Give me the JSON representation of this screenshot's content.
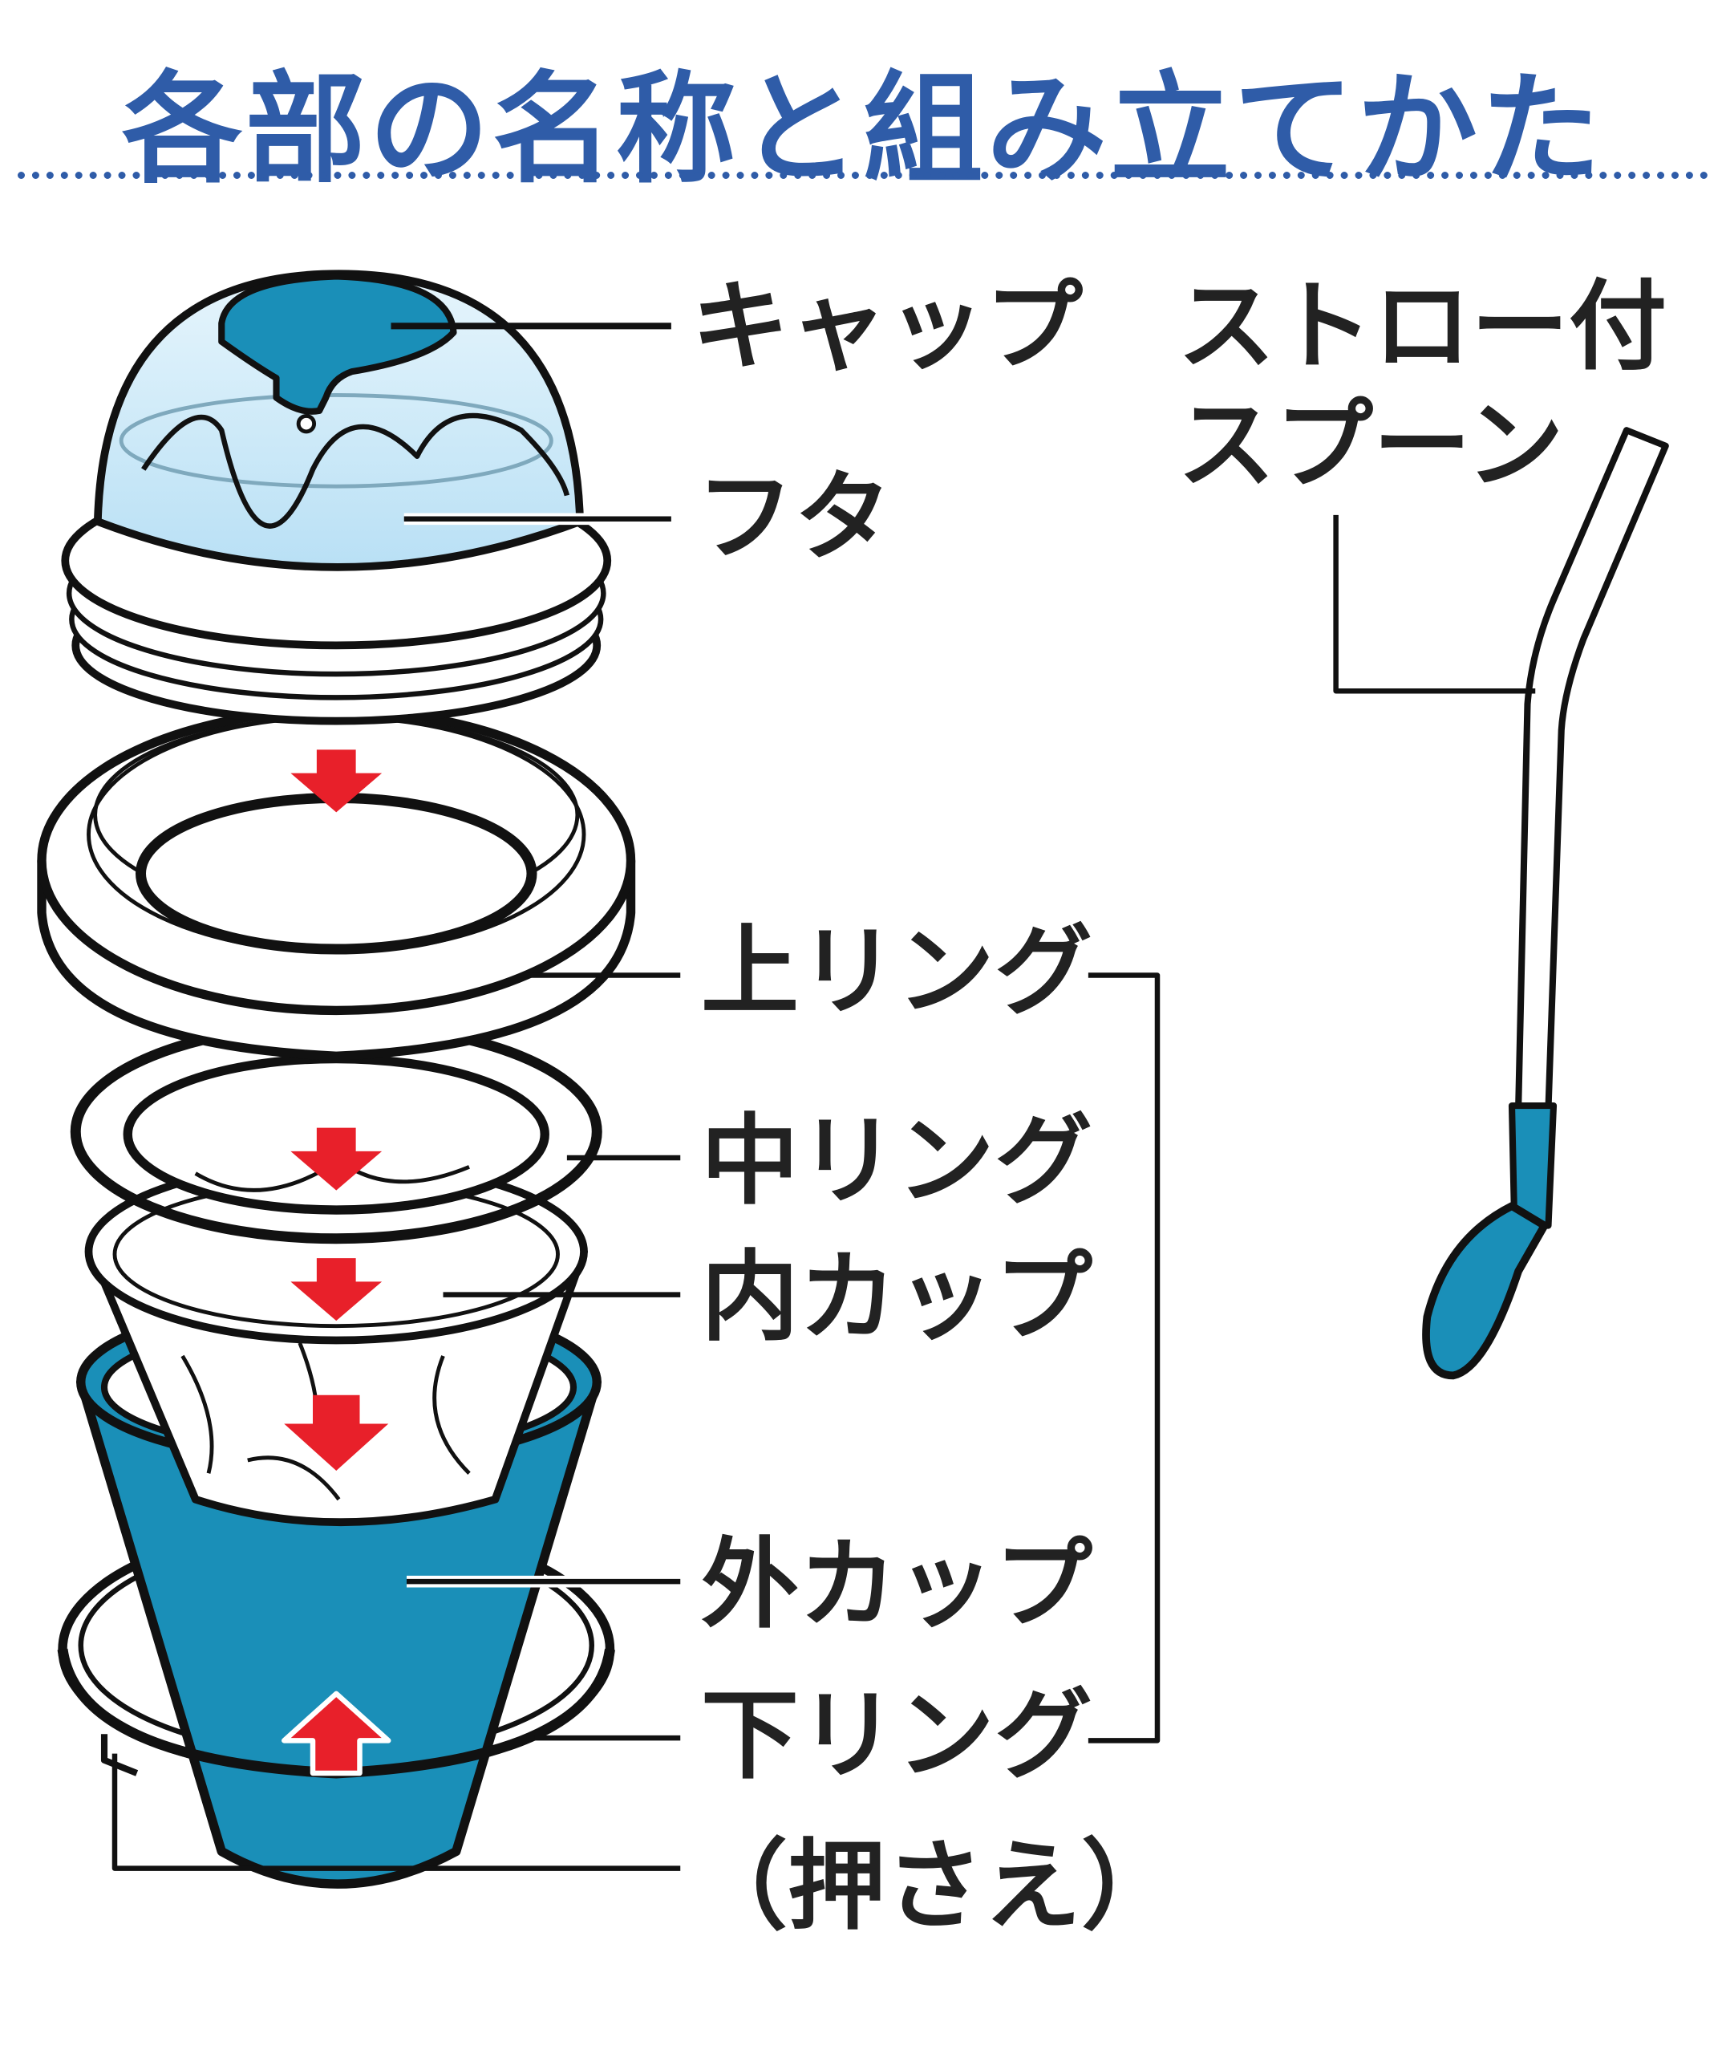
{
  "title": "各部の名称と組み立てかた",
  "colors": {
    "title": "#2f5ca8",
    "teal": "#1a8fb8",
    "arrow": "#e8202a",
    "dome": "#cfeaf8"
  },
  "parts": {
    "cap": "キャップ",
    "lid": "フタ",
    "spoon_line1": "ストロー付",
    "spoon_line2": "スプーン",
    "upper_ring": "上リング",
    "middle_ring": "中リング",
    "inner_cup": "内カップ",
    "outer_cup": "外カップ",
    "lower_ring": "下リング",
    "presser": "（押さえ）"
  }
}
